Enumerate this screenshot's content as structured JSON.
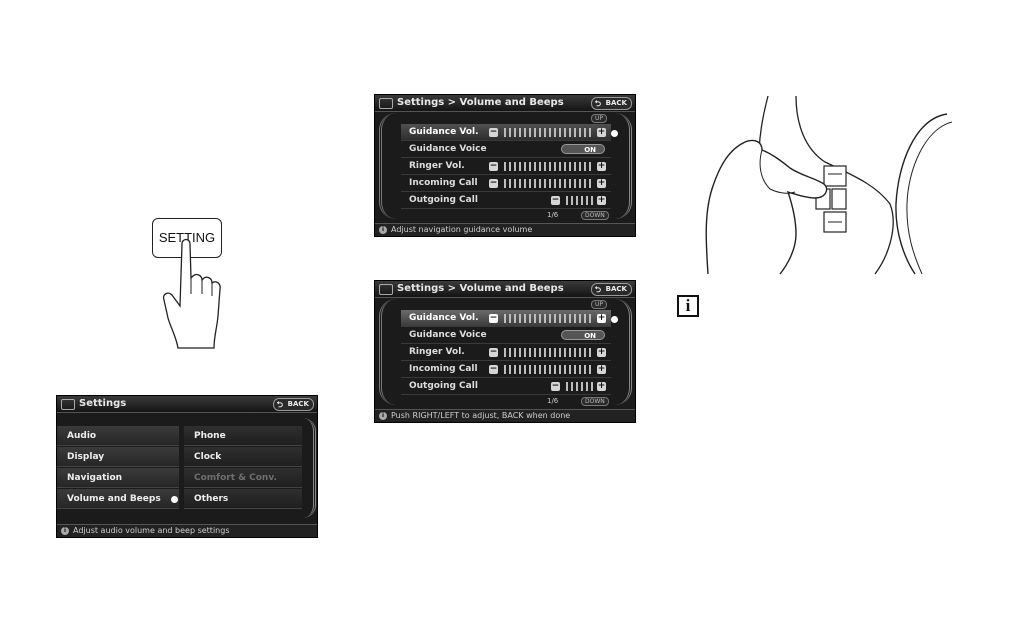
{
  "setting_button": {
    "label": "SETTING"
  },
  "settings_screen": {
    "title": "Settings",
    "back_label": "BACK",
    "left_items": [
      "Audio",
      "Display",
      "Navigation",
      "Volume and Beeps"
    ],
    "right_items": [
      "Phone",
      "Clock",
      "Comfort & Conv.",
      "Others"
    ],
    "status": "Adjust audio volume and beep settings"
  },
  "volume_screen_1": {
    "title": "Settings > Volume and Beeps",
    "back_label": "BACK",
    "up_label": "UP",
    "down_label": "DOWN",
    "page": "1/6",
    "rows": [
      "Guidance Vol.",
      "Guidance Voice",
      "Ringer Vol.",
      "Incoming Call",
      "Outgoing Call"
    ],
    "on_label": "ON",
    "status": "Adjust navigation guidance volume"
  },
  "volume_screen_2": {
    "title": "Settings > Volume and Beeps",
    "back_label": "BACK",
    "up_label": "UP",
    "down_label": "DOWN",
    "page": "1/6",
    "rows": [
      "Guidance Vol.",
      "Guidance Voice",
      "Ringer Vol.",
      "Incoming Call",
      "Outgoing Call"
    ],
    "on_label": "ON",
    "status": "Push RIGHT/LEFT to adjust, BACK when done"
  },
  "info_icon": {
    "glyph": "i"
  },
  "colors": {
    "screen_bg": "#1b1b1b",
    "highlight": "#505050",
    "text": "#e8e8e8"
  }
}
